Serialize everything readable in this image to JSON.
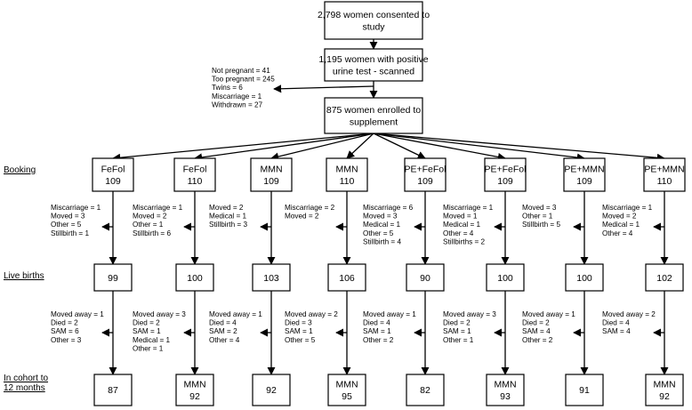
{
  "top": {
    "consented": [
      "2,798 women consented to",
      "study"
    ],
    "positive": [
      "1,195 women with positive",
      "urine test - scanned"
    ],
    "enrolled": [
      "875 women enrolled to",
      "supplement"
    ]
  },
  "exclusions_after_scan": [
    "Not pregnant = 41",
    "Too pregnant = 245",
    "Twins = 6",
    "Miscarriage = 1",
    "Withdrawn = 27"
  ],
  "stages": {
    "booking": "Booking",
    "live_births": "Live births",
    "cohort": [
      "In cohort to",
      "12 months"
    ]
  },
  "arms": [
    {
      "booking": [
        "FeFol",
        "109"
      ],
      "losses_before_birth": [
        "Miscarriage = 1",
        "Moved = 3",
        "Other = 5",
        "Stillbirth = 1"
      ],
      "live_births": "99",
      "losses_after_birth": [
        "Moved away = 1",
        "Died = 2",
        "SAM = 6",
        "Other = 3"
      ],
      "cohort": [
        "87"
      ]
    },
    {
      "booking": [
        "FeFol",
        "110"
      ],
      "losses_before_birth": [
        "Miscarriage = 1",
        "Moved = 2",
        "Other = 1",
        "Stillbirth = 6"
      ],
      "live_births": "100",
      "losses_after_birth": [
        "Moved away = 3",
        "Died = 2",
        "SAM = 1",
        "Medical = 1",
        "Other = 1"
      ],
      "cohort": [
        "MMN",
        "92"
      ]
    },
    {
      "booking": [
        "MMN",
        "109"
      ],
      "losses_before_birth": [
        "Moved = 2",
        "Medical = 1",
        "Stillbirth = 3"
      ],
      "live_births": "103",
      "losses_after_birth": [
        "Moved away = 1",
        "Died = 4",
        "SAM = 2",
        "Other = 4"
      ],
      "cohort": [
        "92"
      ]
    },
    {
      "booking": [
        "MMN",
        "110"
      ],
      "losses_before_birth": [
        "Miscarriage = 2",
        "Moved = 2"
      ],
      "live_births": "106",
      "losses_after_birth": [
        "Moved away = 2",
        "Died = 3",
        "SAM = 1",
        "Other = 5"
      ],
      "cohort": [
        "MMN",
        "95"
      ]
    },
    {
      "booking": [
        "PE+FeFol",
        "109"
      ],
      "losses_before_birth": [
        "Miscarriage = 6",
        "Moved = 3",
        "Medical = 1",
        "Other = 5",
        "Stillbirth = 4"
      ],
      "live_births": "90",
      "losses_after_birth": [
        "Moved away = 1",
        "Died = 4",
        "SAM = 1",
        "Other = 2"
      ],
      "cohort": [
        "82"
      ]
    },
    {
      "booking": [
        "PE+FeFol",
        "109"
      ],
      "losses_before_birth": [
        "Miscarriage = 1",
        "Moved = 1",
        "Medical = 1",
        "Other = 4",
        "Stillbirths = 2"
      ],
      "live_births": "100",
      "losses_after_birth": [
        "Moved away = 3",
        "Died = 2",
        "SAM = 1",
        "Other = 1"
      ],
      "cohort": [
        "MMN",
        "93"
      ]
    },
    {
      "booking": [
        "PE+MMN",
        "109"
      ],
      "losses_before_birth": [
        "Moved = 3",
        "Other = 1",
        "Stillbirth = 5"
      ],
      "live_births": "100",
      "losses_after_birth": [
        "Moved away = 1",
        "Died = 2",
        "SAM = 4",
        "Other = 2"
      ],
      "cohort": [
        "91"
      ]
    },
    {
      "booking": [
        "PE+MMN",
        "110"
      ],
      "losses_before_birth": [
        "Miscarriage = 1",
        "Moved = 2",
        "Medical = 1",
        "Other = 4"
      ],
      "live_births": "102",
      "losses_after_birth": [
        "Moved away = 2",
        "Died = 4",
        "SAM = 4"
      ],
      "cohort": [
        "MMN",
        "92"
      ]
    }
  ]
}
